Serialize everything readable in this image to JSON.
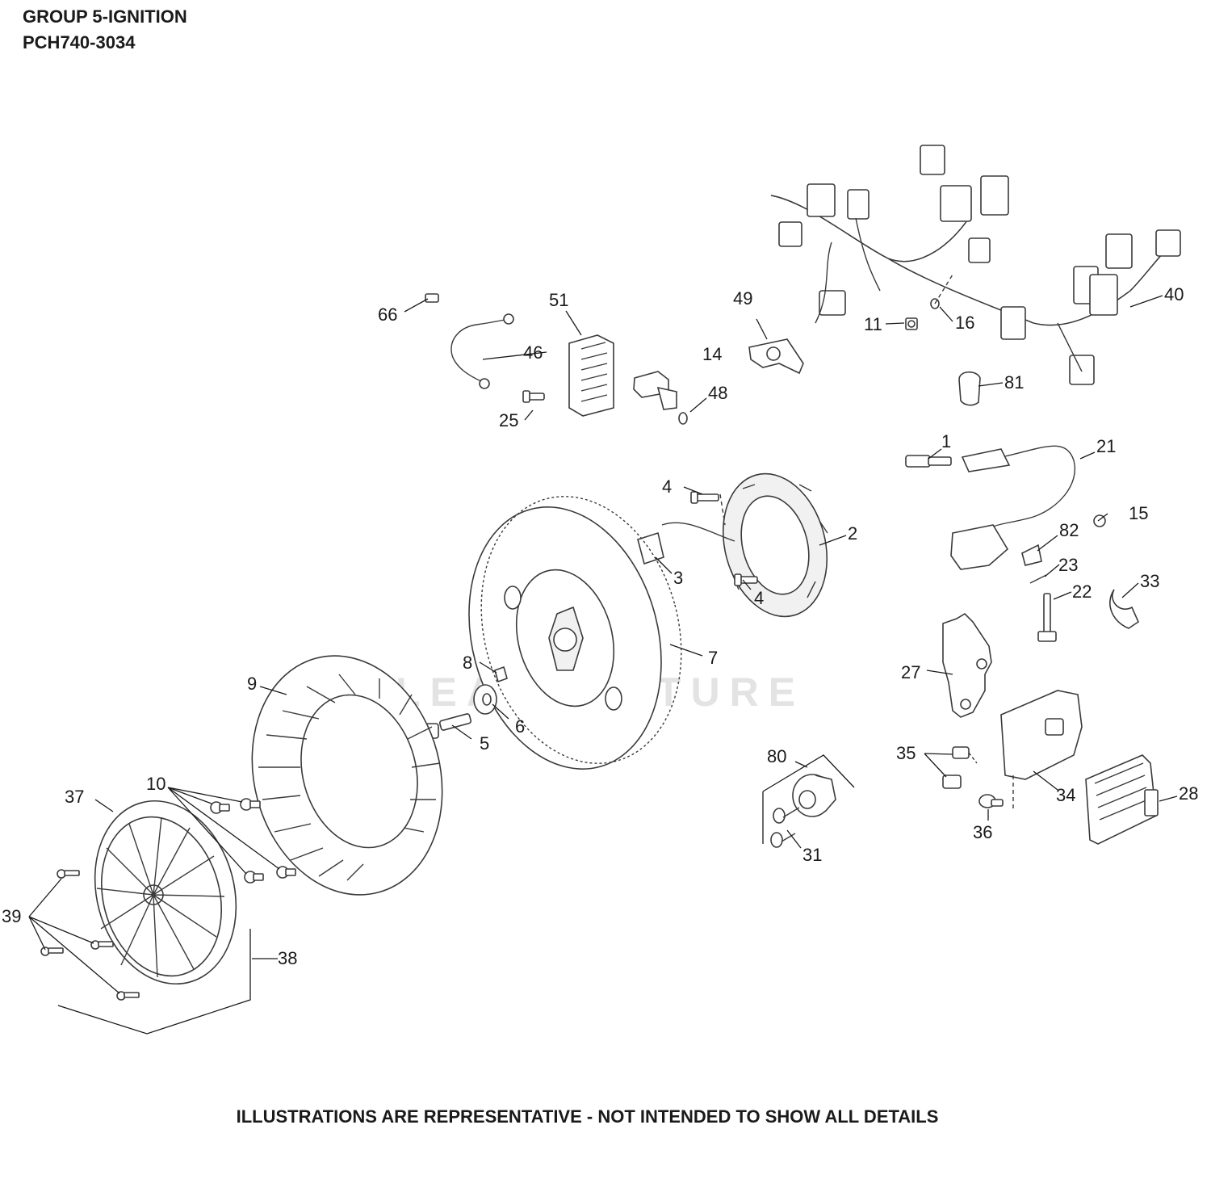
{
  "header": {
    "group_title": "GROUP 5-IGNITION",
    "model_code": "PCH740-3034"
  },
  "footer": {
    "disclaimer": "ILLUSTRATIONS ARE REPRESENTATIVE - NOT INTENDED TO SHOW ALL DETAILS"
  },
  "watermark": "LEADVENTURE",
  "callouts": [
    "1",
    "2",
    "3",
    "4",
    "4",
    "5",
    "6",
    "7",
    "8",
    "9",
    "10",
    "11",
    "14",
    "15",
    "16",
    "21",
    "22",
    "23",
    "25",
    "27",
    "28",
    "31",
    "33",
    "34",
    "35",
    "36",
    "37",
    "38",
    "39",
    "40",
    "46",
    "48",
    "49",
    "51",
    "66",
    "80",
    "81",
    "82"
  ]
}
